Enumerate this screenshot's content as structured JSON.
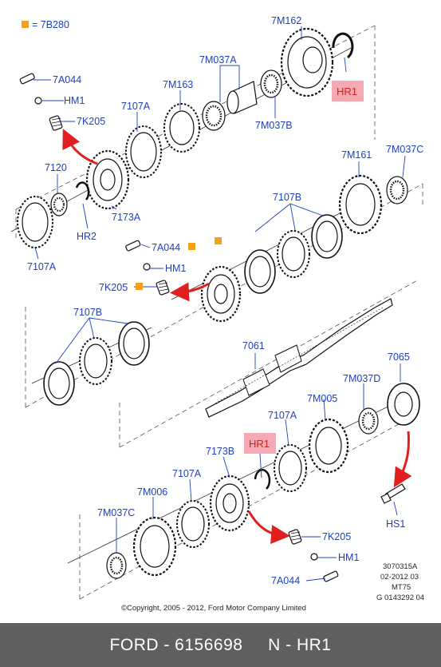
{
  "legend": {
    "marker_color": "#f5a01a",
    "text": "= 7B280"
  },
  "labels": {
    "l_7M162": "7M162",
    "l_7M037A": "7M037A",
    "l_7M163": "7M163",
    "l_7A044_top": "7A044",
    "l_HM1_top": "HM1",
    "l_7K205_top": "7K205",
    "l_7107A_top": "7107A",
    "l_7M037B": "7M037B",
    "l_HR1_top": "HR1",
    "l_7M161": "7M161",
    "l_7M037C_top": "7M037C",
    "l_7120": "7120",
    "l_7107B_mid": "7107B",
    "l_7173A": "7173A",
    "l_HR2": "HR2",
    "l_7107A_left": "7107A",
    "l_7A044_mid": "7A044",
    "l_HM1_mid": "HM1",
    "l_7K205_mid": "7K205",
    "l_7107B_left": "7107B",
    "l_7061": "7061",
    "l_7065": "7065",
    "l_7M037D": "7M037D",
    "l_7M005": "7M005",
    "l_7107A_low": "7107A",
    "l_HR1_low": "HR1",
    "l_7173B": "7173B",
    "l_7107A_bottom": "7107A",
    "l_7M006": "7M006",
    "l_7M037C_bottom": "7M037C",
    "l_HS1": "HS1",
    "l_7K205_bottom": "7K205",
    "l_HM1_bottom": "HM1",
    "l_7A044_bottom": "7A044"
  },
  "meta": {
    "line1": "3070315A",
    "line2": "02-2012 03",
    "line3": "MT75",
    "line4": "G 0143292 04",
    "copyright": "©Copyright, 2005 - 2012, Ford Motor Company Limited"
  },
  "footer": {
    "text": "FORD - 6156698     N - HR1"
  },
  "colors": {
    "label": "#1f3fbf",
    "highlight_fill": "#f4a9b3",
    "highlight_text": "#cc2222",
    "arrow": "#e0201f",
    "footer_bg": "#5f5f5f"
  }
}
